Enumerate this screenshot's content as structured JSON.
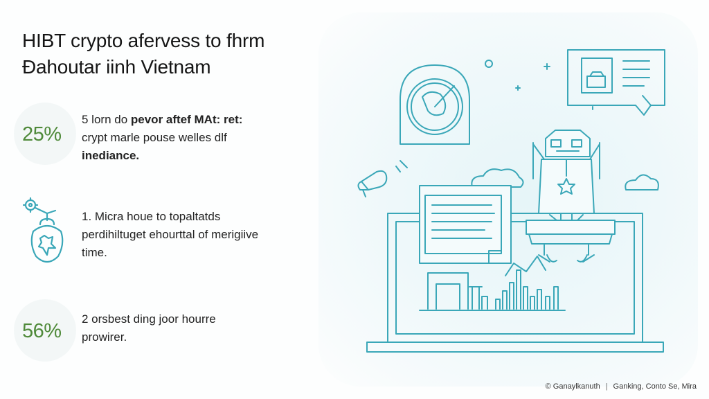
{
  "title": {
    "line1": "HIBT crypto afervess to fhrm",
    "line2": "Đahoutar iinh Vietnam"
  },
  "stats": [
    {
      "value": "25%",
      "line1_prefix": "5 lorn do ",
      "line1_bold": "pevor aftef MAt: ret:",
      "line2": "crypt marle pouse welles dlf",
      "line3": "inediance."
    },
    {
      "value": "",
      "icon": "lock-scale-icon",
      "line1": "1. Micra houe to topaltatds",
      "line2": "perdihiltuget ehourttal of merigiive",
      "line3": "time."
    },
    {
      "value": "56%",
      "line1": "2 orsbest ding joor hourre",
      "line2": "prowirer."
    }
  ],
  "footer": {
    "left": "© Ganaylkanuth",
    "separator": "|",
    "right": "Ganking, Conto Se, Mira"
  },
  "colors": {
    "accent_green": "#4f8a3a",
    "line_teal": "#3aa7b8",
    "illus_bg": "#e9f6f9"
  },
  "illustration": {
    "icons": [
      "clock-icon",
      "robot-icon",
      "laptop-icon",
      "chat-bubble-icon",
      "cloud-icon",
      "bar-chart-icon",
      "document-icon",
      "megaphone-icon",
      "sparkle-icon"
    ]
  }
}
